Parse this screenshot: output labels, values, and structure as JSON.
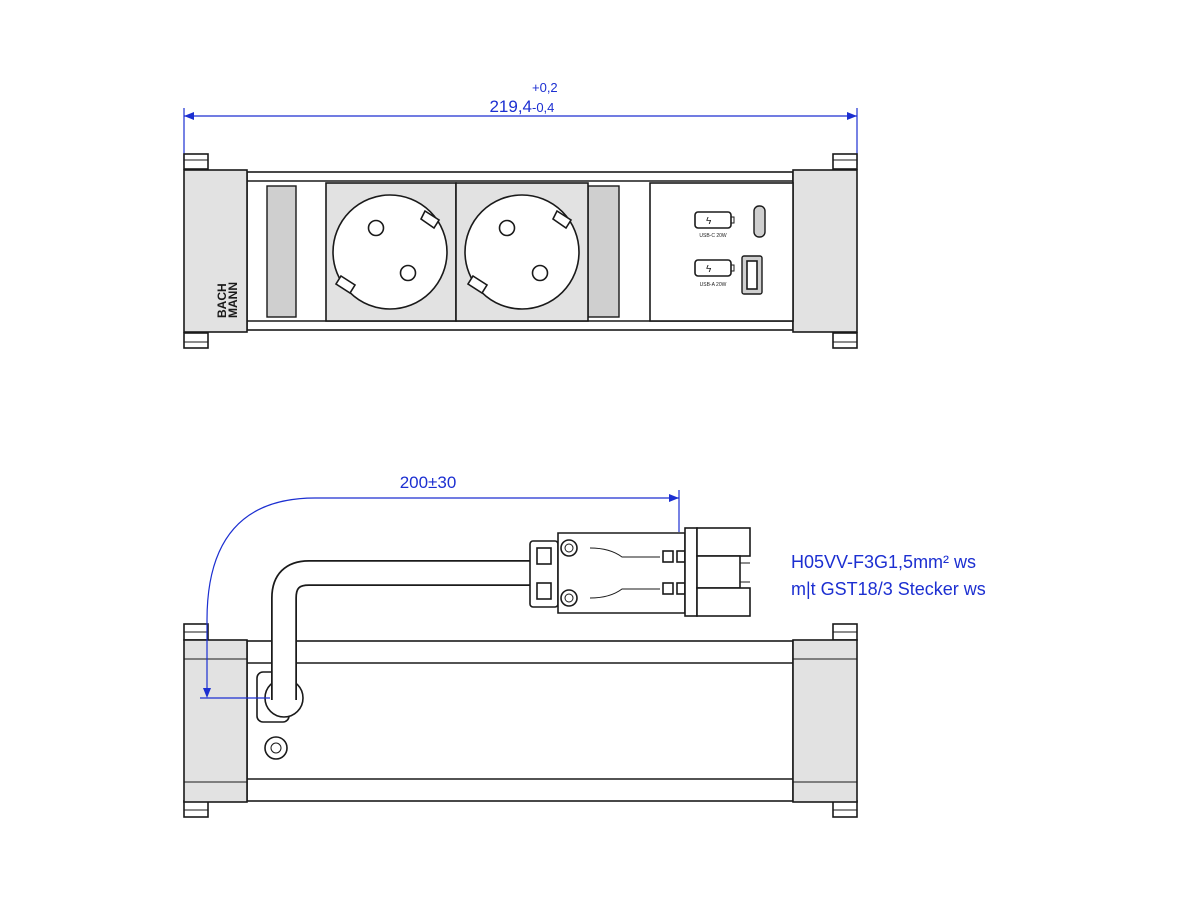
{
  "dimensions": {
    "width_value": "219,4",
    "width_tol_upper": "+0,2",
    "width_tol_lower": "-0,4",
    "cable_length": "200±30"
  },
  "cable_spec": {
    "line1": "H05VV-F3G1,5mm² ws",
    "line2": "m|t GST18/3  Stecker ws"
  },
  "branding": {
    "logo_line1": "BACH",
    "logo_line2": "MANN"
  },
  "usb_ports": [
    {
      "label": "USB-C 20W"
    },
    {
      "label": "USB-A 20W"
    }
  ],
  "colors": {
    "dimension": "#1c2fd1",
    "outline": "#1a1a1a",
    "body_fill": "#e2e2e2"
  }
}
